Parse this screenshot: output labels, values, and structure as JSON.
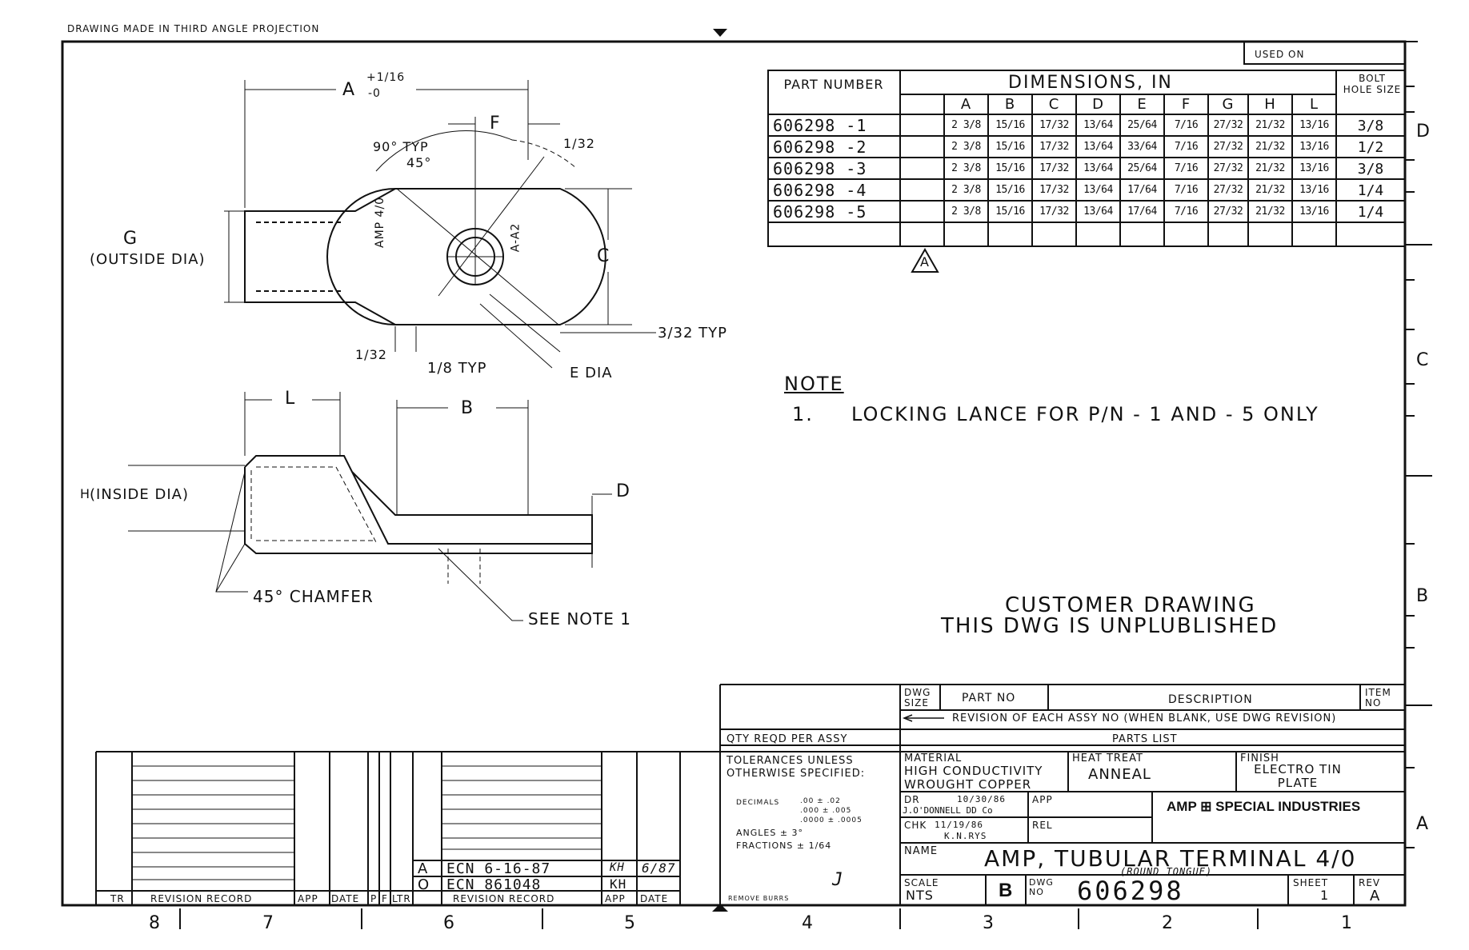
{
  "header": {
    "projection": "DRAWING MADE IN THIRD ANGLE PROJECTION",
    "used_on": "USED ON"
  },
  "dimension_table": {
    "headers": {
      "part_number": "PART NUMBER",
      "dimensions": "DIMENSIONS, IN",
      "bolt_hole": "BOLT HOLE SIZE",
      "cols": [
        "A",
        "B",
        "C",
        "D",
        "E",
        "F",
        "G",
        "H",
        "L"
      ]
    },
    "rows": [
      {
        "part": "606298 -1",
        "A": "2 3/8",
        "B": "15/16",
        "C": "17/32",
        "D": "13/64",
        "E": "25/64",
        "F": "7/16",
        "G": "27/32",
        "H": "21/32",
        "L": "13/16",
        "bolt": "3/8"
      },
      {
        "part": "606298 -2",
        "A": "2 3/8",
        "B": "15/16",
        "C": "17/32",
        "D": "13/64",
        "E": "33/64",
        "F": "7/16",
        "G": "27/32",
        "H": "21/32",
        "L": "13/16",
        "bolt": "1/2"
      },
      {
        "part": "606298 -3",
        "A": "2 3/8",
        "B": "15/16",
        "C": "17/32",
        "D": "13/64",
        "E": "25/64",
        "F": "7/16",
        "G": "27/32",
        "H": "21/32",
        "L": "13/16",
        "bolt": "3/8"
      },
      {
        "part": "606298 -4",
        "A": "2 3/8",
        "B": "15/16",
        "C": "17/32",
        "D": "13/64",
        "E": "17/64",
        "F": "7/16",
        "G": "27/32",
        "H": "21/32",
        "L": "13/16",
        "bolt": "1/4"
      },
      {
        "part": "606298 -5",
        "A": "2 3/8",
        "B": "15/16",
        "C": "17/32",
        "D": "13/64",
        "E": "17/64",
        "F": "7/16",
        "G": "27/32",
        "H": "21/32",
        "L": "13/16",
        "bolt": "1/4"
      }
    ],
    "revision_flag": "A"
  },
  "zones": {
    "right": [
      "D",
      "C",
      "B",
      "A"
    ],
    "bottom": [
      "8",
      "7",
      "6",
      "5",
      "4",
      "3",
      "2",
      "1"
    ]
  },
  "top_view": {
    "dim_a": "A",
    "dim_a_tol_plus": "+1/16",
    "dim_a_tol_minus": "-0",
    "dim_f": "F",
    "dim_32": "1/32",
    "angle_90": "90° TYP",
    "angle_45": "45°",
    "dim_g": "G",
    "dim_g_note": "(OUTSIDE DIA)",
    "dim_c": "C",
    "stamp_amp": "AMP 4/0",
    "stamp_a": "A-A2",
    "dim_332": "3/32 TYP",
    "dim_132": "1/32",
    "dim_18": "1/8 TYP",
    "dim_e": "E DIA"
  },
  "side_view": {
    "dim_l": "L",
    "dim_b": "B",
    "dim_h": "H",
    "dim_h_note": "(INSIDE DIA)",
    "dim_d": "D",
    "chamfer": "45° CHAMFER",
    "see_note": "SEE NOTE 1"
  },
  "notes": {
    "title": "NOTE",
    "items": [
      {
        "num": "1.",
        "text": "LOCKING LANCE FOR P/N - 1 AND - 5 ONLY"
      }
    ]
  },
  "customer": {
    "line1": "CUSTOMER DRAWING",
    "line2": "THIS DWG IS UNPLUBLISHED"
  },
  "parts_list": {
    "dwg_size": "DWG SIZE",
    "part_no": "PART NO",
    "description": "DESCRIPTION",
    "item_no": "ITEM NO",
    "revision_note": "REVISION OF EACH ASSY NO (WHEN BLANK, USE DWG REVISION)",
    "qty": "QTY REQD PER ASSY",
    "title": "PARTS LIST"
  },
  "title_block": {
    "tolerances_title": "TOLERANCES UNLESS OTHERWISE SPECIFIED:",
    "decimals_label": "DECIMALS",
    "decimals": [
      ".00 ± .02",
      ".000 ± .005",
      ".0000 ± .0005"
    ],
    "angles": "ANGLES ± 3°",
    "fractions": "FRACTIONS ± 1/64",
    "remove_burrs": "REMOVE BURRS",
    "check_mark": "J",
    "material_label": "MATERIAL",
    "material": "HIGH CONDUCTIVITY WROUGHT COPPER",
    "heat_treat_label": "HEAT TREAT",
    "heat_treat": "ANNEAL",
    "finish_label": "FINISH",
    "finish": "ELECTRO TIN PLATE",
    "dr_label": "DR",
    "dr_date": "10/30/86",
    "dr_name": "J.O'DONNELL DD Co",
    "app_label": "APP",
    "chk_label": "CHK",
    "chk_date": "11/19/86",
    "chk_name": "K.N.RYS",
    "rel_label": "REL",
    "company": "AMP ⊞ SPECIAL INDUSTRIES",
    "name_label": "NAME",
    "name": "AMP, TUBULAR TERMINAL 4/0",
    "name_sub": "(ROUND TONGUE)",
    "scale_label": "SCALE",
    "scale": "NTS",
    "size": "B",
    "dwg_no_label": "DWG NO",
    "dwg_no": "606298",
    "sheet_label": "SHEET",
    "sheet": "1",
    "rev_label": "REV",
    "rev": "A"
  },
  "revision_record": {
    "left_headers": {
      "tr": "TR",
      "record": "REVISION RECORD",
      "app": "APP",
      "date": "DATE",
      "p": "P",
      "f": "F"
    },
    "right_headers": {
      "ltr": "LTR",
      "record": "REVISION RECORD",
      "app": "APP",
      "date": "DATE"
    },
    "entries": [
      {
        "ltr": "A",
        "record": "ECN 6-16-87",
        "app": "KH",
        "date": "6/87"
      },
      {
        "ltr": "O",
        "record": "ECN 861048",
        "app": "KH",
        "date": ""
      }
    ]
  }
}
